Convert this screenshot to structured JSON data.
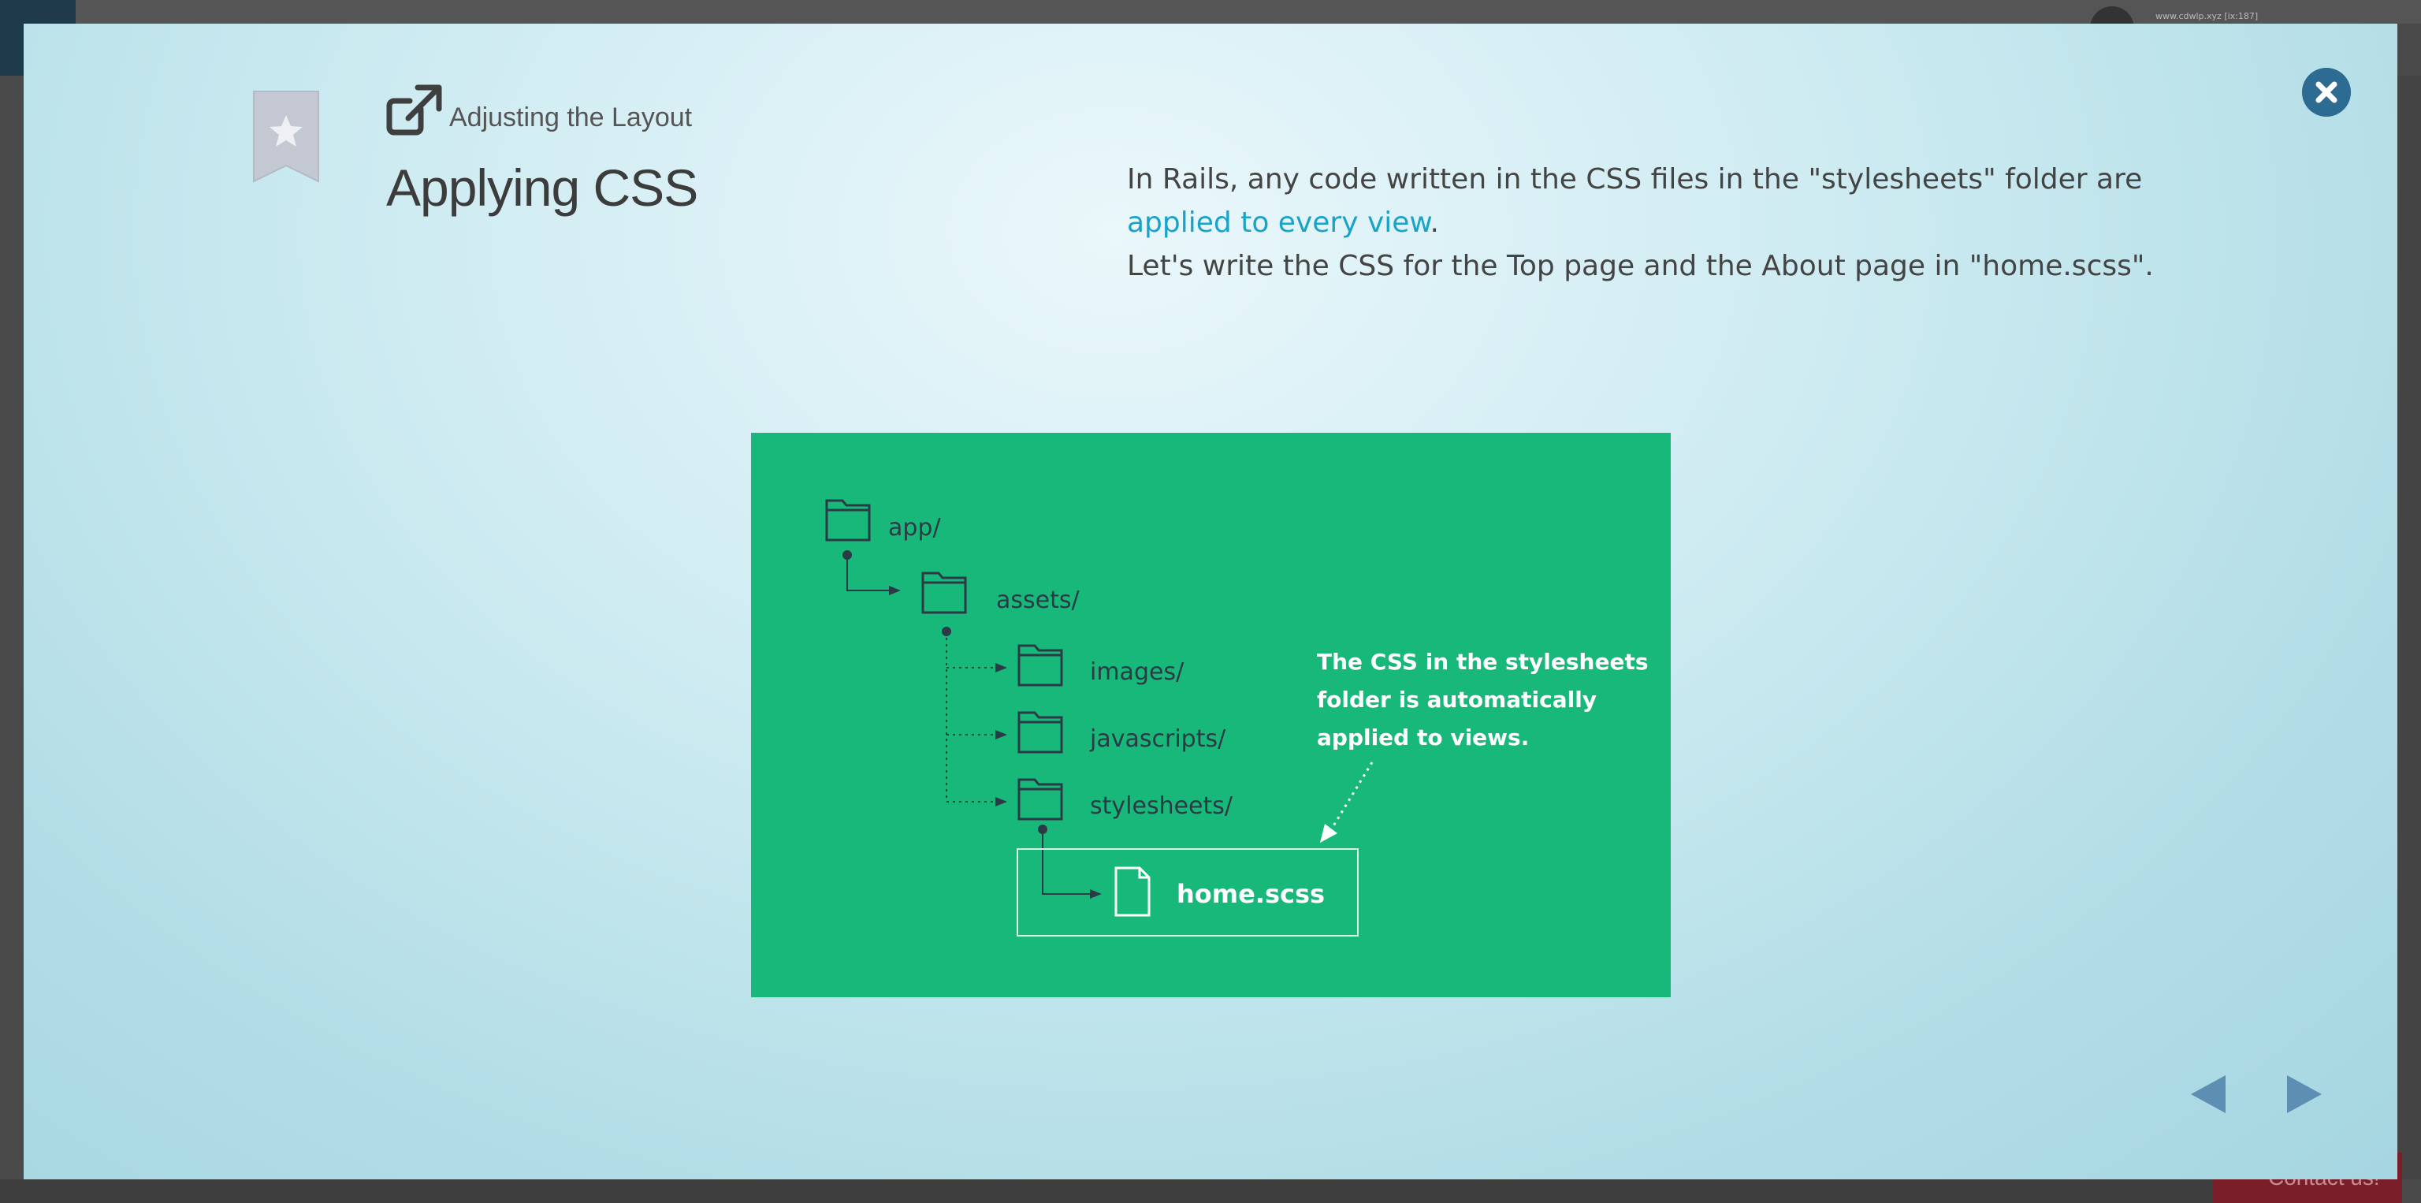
{
  "background": {
    "url_text": "www.cdwlp.xyz [ix:187]",
    "contact_label": "Contact us!"
  },
  "modal": {
    "subtitle": "Adjusting the Layout",
    "title": "Applying CSS",
    "description": {
      "line1": "In Rails, any code written in the CSS files in the \"stylesheets\" folder are",
      "highlight": "applied to every view",
      "after_highlight": ".",
      "line2": "Let's write the CSS for the Top page and the About page in \"home.scss\"."
    },
    "icons": {
      "bookmark": "bookmark-star-icon",
      "external": "external-link-icon",
      "close": "close-icon",
      "prev": "triangle-left-icon",
      "next": "triangle-right-icon"
    }
  },
  "figure": {
    "background_color": "#18b87a",
    "tree": {
      "root": "app/",
      "assets": "assets/",
      "images": "images/",
      "javascripts": "javascripts/",
      "stylesheets": "stylesheets/",
      "file": "home.scss"
    },
    "note_lines": [
      "The CSS in the stylesheets",
      "folder is automatically",
      "applied to views."
    ]
  },
  "colors": {
    "accent_link": "#1aa3c8",
    "close_button": "#2e6b93",
    "nav_arrow": "#5d8fb5",
    "figure_dark": "#2b3a45"
  }
}
